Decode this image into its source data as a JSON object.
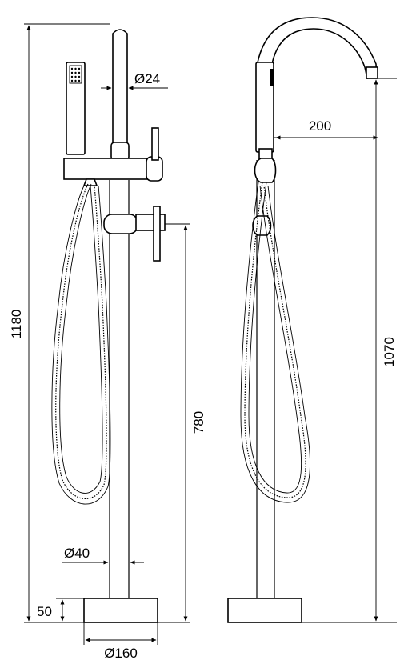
{
  "dimensions": {
    "total_height": "1180",
    "handshower_diameter": "Ø24",
    "spout_reach": "200",
    "valve_height": "780",
    "spout_height": "1070",
    "pipe_diameter": "Ø40",
    "base_height": "50",
    "base_diameter": "Ø160"
  }
}
